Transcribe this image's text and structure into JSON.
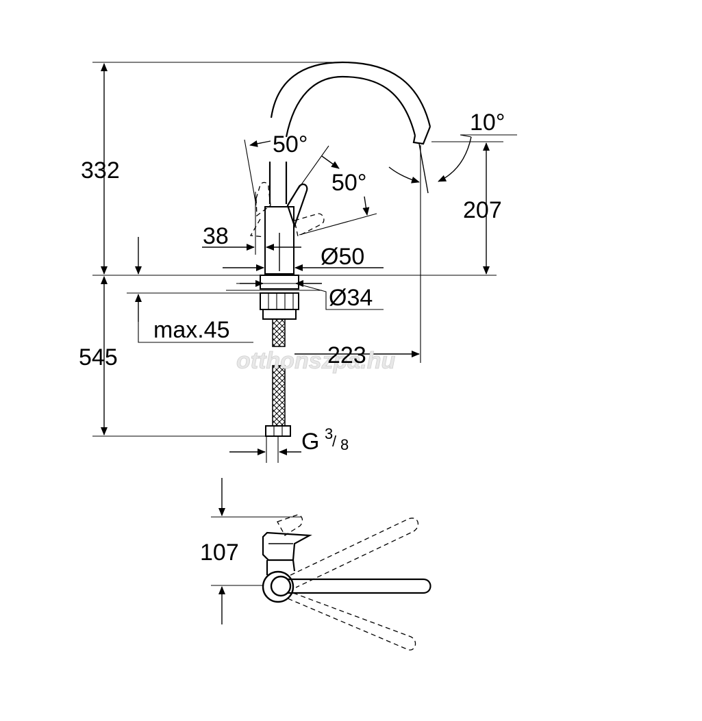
{
  "dimensions": {
    "total_height_above": "332",
    "spout_height": "207",
    "below_deck": "545",
    "spout_reach": "223",
    "lever_swing_left": "50°",
    "lever_swing_right": "50°",
    "spout_tilt": "10°",
    "body_offset": "38",
    "body_diameter": "Ø50",
    "hole_diameter": "Ø34",
    "max_deck_thickness": "max.45",
    "connection_thread": "G",
    "thread_numerator": "3",
    "thread_denominator": "8",
    "lever_depth": "107"
  },
  "watermark": "otthonszpa.hu"
}
